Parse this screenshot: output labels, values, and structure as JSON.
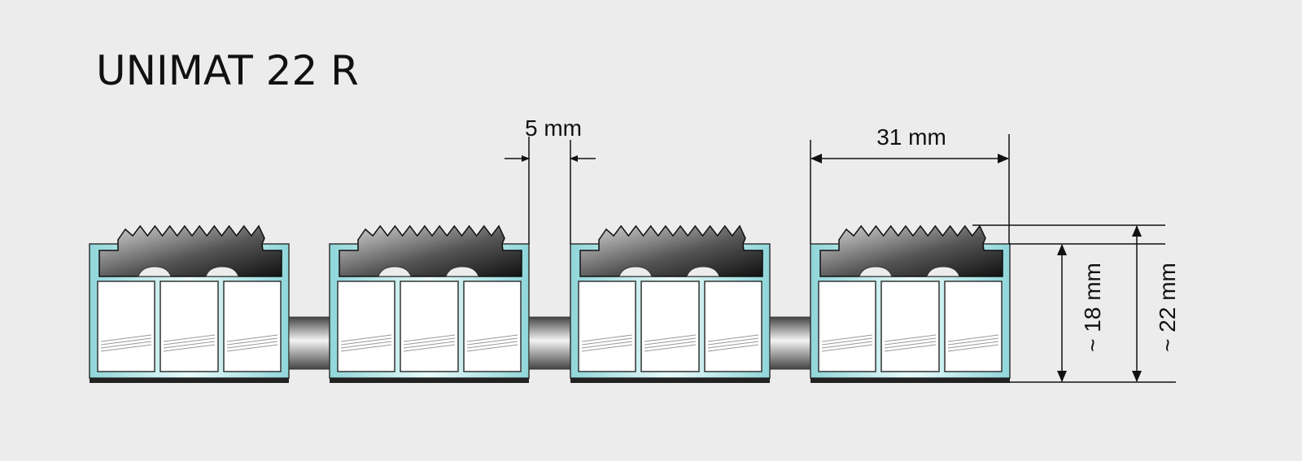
{
  "title": "UNIMAT 22 R",
  "dimensions": {
    "gap": "5 mm",
    "profile_width": "31 mm",
    "frame_height": "~ 18 mm",
    "total_height": "~ 22 mm"
  },
  "profile_count": 4,
  "colors": {
    "background": "#ececec",
    "aluminium": "#9fdfe2",
    "rubber_dark": "#1a1a1a",
    "rubber_light": "#d0d0d0",
    "line": "#111111"
  }
}
